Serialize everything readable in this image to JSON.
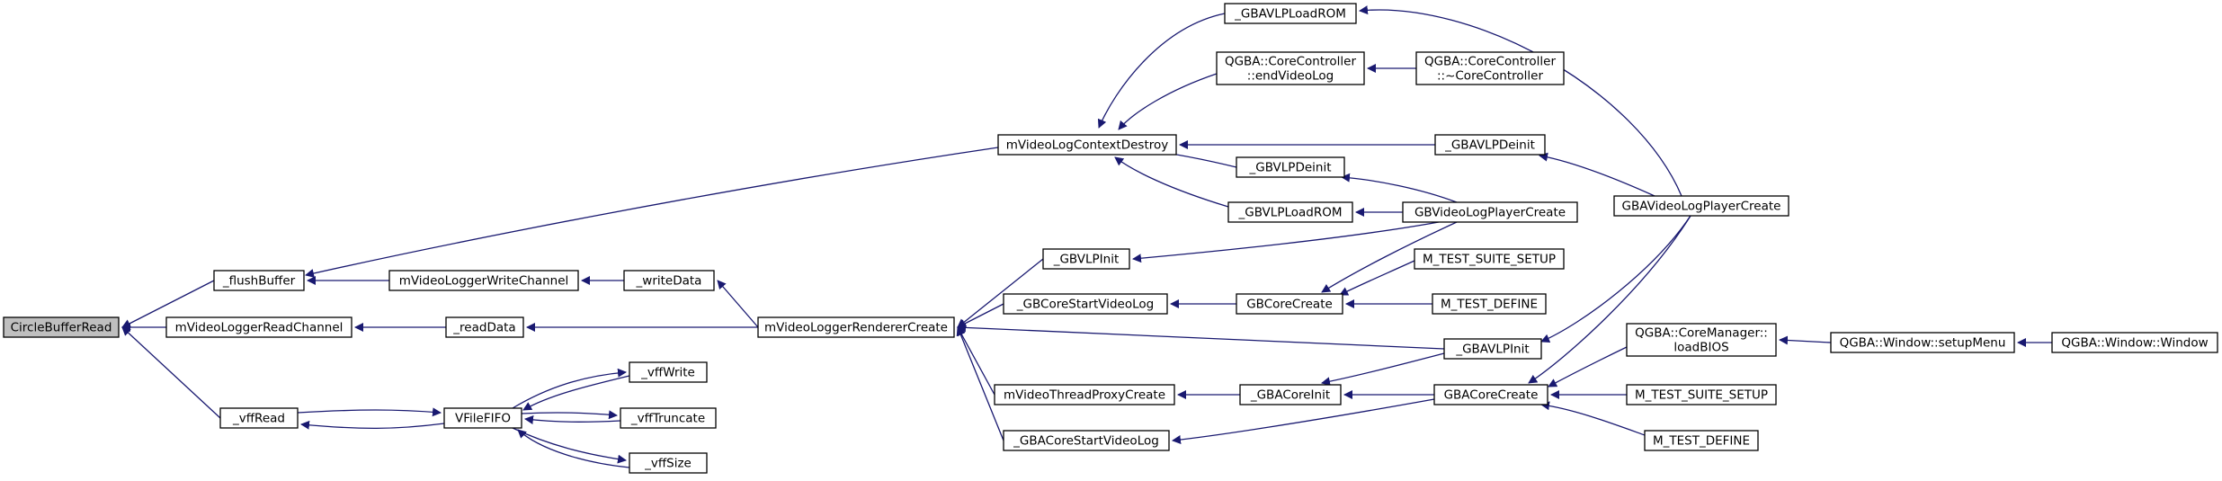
{
  "graph": {
    "root": "CircleBufferRead",
    "colors": {
      "edge": "#191970",
      "root_fill": "#bfbfbf",
      "node_fill": "#ffffff"
    },
    "nodes": [
      {
        "id": "CircleBufferRead",
        "lines": [
          "CircleBufferRead"
        ],
        "root": true
      },
      {
        "id": "_flushBuffer",
        "lines": [
          "_flushBuffer"
        ]
      },
      {
        "id": "mVideoLoggerReadChannel",
        "lines": [
          "mVideoLoggerReadChannel"
        ]
      },
      {
        "id": "_vffRead",
        "lines": [
          "_vffRead"
        ]
      },
      {
        "id": "mVideoLogContextDestroy",
        "lines": [
          "mVideoLogContextDestroy"
        ]
      },
      {
        "id": "mVideoLoggerWriteChannel",
        "lines": [
          "mVideoLoggerWriteChannel"
        ]
      },
      {
        "id": "_writeData",
        "lines": [
          "_writeData"
        ]
      },
      {
        "id": "_readData",
        "lines": [
          "_readData"
        ]
      },
      {
        "id": "VFileFIFO",
        "lines": [
          "VFileFIFO"
        ]
      },
      {
        "id": "_vffWrite",
        "lines": [
          "_vffWrite"
        ]
      },
      {
        "id": "_vffTruncate",
        "lines": [
          "_vffTruncate"
        ]
      },
      {
        "id": "_vffSize",
        "lines": [
          "_vffSize"
        ]
      },
      {
        "id": "mVideoLoggerRendererCreate",
        "lines": [
          "mVideoLoggerRendererCreate"
        ]
      },
      {
        "id": "_GBAVLPLoadROM",
        "lines": [
          "_GBAVLPLoadROM"
        ]
      },
      {
        "id": "QGBA::CoreController::endVideoLog",
        "lines": [
          "QGBA::CoreController",
          "::endVideoLog"
        ]
      },
      {
        "id": "QGBA::CoreController::~CoreController",
        "lines": [
          "QGBA::CoreController",
          "::~CoreController"
        ]
      },
      {
        "id": "_GBAVLPDeinit",
        "lines": [
          "_GBAVLPDeinit"
        ]
      },
      {
        "id": "_GBVLPDeinit",
        "lines": [
          "_GBVLPDeinit"
        ]
      },
      {
        "id": "_GBVLPLoadROM",
        "lines": [
          "_GBVLPLoadROM"
        ]
      },
      {
        "id": "GBVideoLogPlayerCreate",
        "lines": [
          "GBVideoLogPlayerCreate"
        ]
      },
      {
        "id": "GBAVideoLogPlayerCreate",
        "lines": [
          "GBAVideoLogPlayerCreate"
        ]
      },
      {
        "id": "_GBVLPInit",
        "lines": [
          "_GBVLPInit"
        ]
      },
      {
        "id": "_GBCoreStartVideoLog",
        "lines": [
          "_GBCoreStartVideoLog"
        ]
      },
      {
        "id": "GBCoreCreate",
        "lines": [
          "GBCoreCreate"
        ]
      },
      {
        "id": "M_TEST_SUITE_SETUP_1",
        "lines": [
          "M_TEST_SUITE_SETUP"
        ]
      },
      {
        "id": "M_TEST_DEFINE_1",
        "lines": [
          "M_TEST_DEFINE"
        ]
      },
      {
        "id": "_GBAVLPInit",
        "lines": [
          "_GBAVLPInit"
        ]
      },
      {
        "id": "mVideoThreadProxyCreate",
        "lines": [
          "mVideoThreadProxyCreate"
        ]
      },
      {
        "id": "_GBACoreInit",
        "lines": [
          "_GBACoreInit"
        ]
      },
      {
        "id": "GBACoreCreate",
        "lines": [
          "GBACoreCreate"
        ]
      },
      {
        "id": "_GBACoreStartVideoLog",
        "lines": [
          "_GBACoreStartVideoLog"
        ]
      },
      {
        "id": "QGBA::CoreManager::loadBIOS",
        "lines": [
          "QGBA::CoreManager::",
          "loadBIOS"
        ]
      },
      {
        "id": "QGBA::Window::setupMenu",
        "lines": [
          "QGBA::Window::setupMenu"
        ]
      },
      {
        "id": "QGBA::Window::Window",
        "lines": [
          "QGBA::Window::Window"
        ]
      },
      {
        "id": "M_TEST_SUITE_SETUP_2",
        "lines": [
          "M_TEST_SUITE_SETUP"
        ]
      },
      {
        "id": "M_TEST_DEFINE_2",
        "lines": [
          "M_TEST_DEFINE"
        ]
      }
    ],
    "edges": [
      {
        "from": "_flushBuffer",
        "to": "CircleBufferRead"
      },
      {
        "from": "mVideoLoggerReadChannel",
        "to": "CircleBufferRead"
      },
      {
        "from": "_vffRead",
        "to": "CircleBufferRead"
      },
      {
        "from": "mVideoLogContextDestroy",
        "to": "_flushBuffer"
      },
      {
        "from": "mVideoLoggerWriteChannel",
        "to": "_flushBuffer"
      },
      {
        "from": "_writeData",
        "to": "mVideoLoggerWriteChannel"
      },
      {
        "from": "mVideoLoggerRendererCreate",
        "to": "_writeData"
      },
      {
        "from": "_readData",
        "to": "mVideoLoggerReadChannel"
      },
      {
        "from": "mVideoLoggerRendererCreate",
        "to": "_readData"
      },
      {
        "from": "VFileFIFO",
        "to": "_vffRead"
      },
      {
        "from": "_vffRead",
        "to": "VFileFIFO"
      },
      {
        "from": "_vffWrite",
        "to": "VFileFIFO"
      },
      {
        "from": "_vffTruncate",
        "to": "VFileFIFO"
      },
      {
        "from": "_vffSize",
        "to": "VFileFIFO"
      },
      {
        "from": "VFileFIFO",
        "to": "_vffWrite"
      },
      {
        "from": "VFileFIFO",
        "to": "_vffTruncate"
      },
      {
        "from": "VFileFIFO",
        "to": "_vffSize"
      },
      {
        "from": "_GBAVLPLoadROM",
        "to": "mVideoLogContextDestroy"
      },
      {
        "from": "QGBA::CoreController::endVideoLog",
        "to": "mVideoLogContextDestroy"
      },
      {
        "from": "_GBAVLPDeinit",
        "to": "mVideoLogContextDestroy"
      },
      {
        "from": "_GBVLPDeinit",
        "to": "mVideoLogContextDestroy"
      },
      {
        "from": "_GBVLPLoadROM",
        "to": "mVideoLogContextDestroy"
      },
      {
        "from": "QGBA::CoreController::~CoreController",
        "to": "QGBA::CoreController::endVideoLog"
      },
      {
        "from": "GBAVideoLogPlayerCreate",
        "to": "_GBAVLPLoadROM"
      },
      {
        "from": "GBAVideoLogPlayerCreate",
        "to": "_GBAVLPDeinit"
      },
      {
        "from": "GBVideoLogPlayerCreate",
        "to": "_GBVLPDeinit"
      },
      {
        "from": "GBVideoLogPlayerCreate",
        "to": "_GBVLPLoadROM"
      },
      {
        "from": "_GBVLPInit",
        "to": "mVideoLoggerRendererCreate"
      },
      {
        "from": "_GBCoreStartVideoLog",
        "to": "mVideoLoggerRendererCreate"
      },
      {
        "from": "_GBAVLPInit",
        "to": "mVideoLoggerRendererCreate"
      },
      {
        "from": "mVideoThreadProxyCreate",
        "to": "mVideoLoggerRendererCreate"
      },
      {
        "from": "_GBACoreStartVideoLog",
        "to": "mVideoLoggerRendererCreate"
      },
      {
        "from": "GBVideoLogPlayerCreate",
        "to": "_GBVLPInit"
      },
      {
        "from": "GBCoreCreate",
        "to": "_GBCoreStartVideoLog"
      },
      {
        "from": "GBVideoLogPlayerCreate",
        "to": "GBCoreCreate"
      },
      {
        "from": "M_TEST_SUITE_SETUP_1",
        "to": "GBCoreCreate"
      },
      {
        "from": "M_TEST_DEFINE_1",
        "to": "GBCoreCreate"
      },
      {
        "from": "GBAVideoLogPlayerCreate",
        "to": "_GBAVLPInit"
      },
      {
        "from": "_GBACoreInit",
        "to": "mVideoThreadProxyCreate"
      },
      {
        "from": "_GBAVLPInit",
        "to": "_GBACoreInit"
      },
      {
        "from": "GBACoreCreate",
        "to": "_GBACoreInit"
      },
      {
        "from": "GBACoreCreate",
        "to": "_GBACoreStartVideoLog"
      },
      {
        "from": "GBAVideoLogPlayerCreate",
        "to": "GBACoreCreate"
      },
      {
        "from": "QGBA::CoreManager::loadBIOS",
        "to": "GBACoreCreate"
      },
      {
        "from": "M_TEST_SUITE_SETUP_2",
        "to": "GBACoreCreate"
      },
      {
        "from": "M_TEST_DEFINE_2",
        "to": "GBACoreCreate"
      },
      {
        "from": "QGBA::Window::setupMenu",
        "to": "QGBA::CoreManager::loadBIOS"
      },
      {
        "from": "QGBA::Window::Window",
        "to": "QGBA::Window::setupMenu"
      }
    ]
  }
}
